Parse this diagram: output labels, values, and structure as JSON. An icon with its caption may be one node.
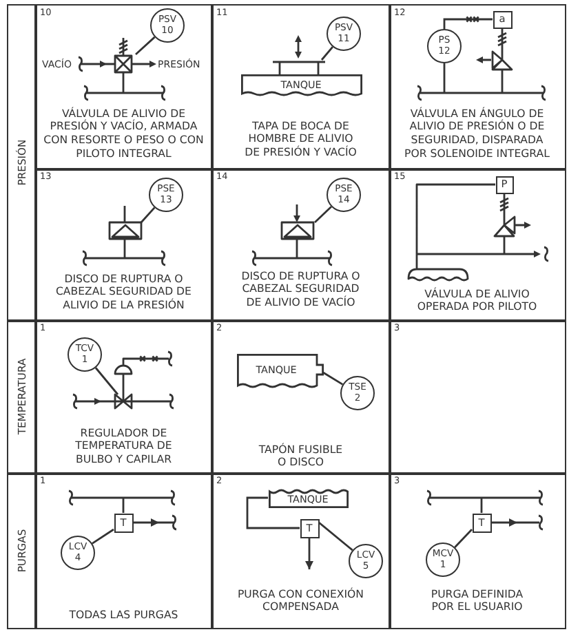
{
  "diagram": {
    "nodes": [
      {
        "text": [
          "PRESIÓN"
        ]
      },
      {
        "text": [
          "10",
          "VÁLVULA DE ALIVIO DE PRESIÓN Y VACÍO, ARMADA CON RESORTE O PESO O CON PILOTO INTEGRAL"
        ]
      },
      {
        "text": [
          "PSV 10"
        ],
        "in": 1
      },
      {
        "text": [
          "11",
          "TAPA DE BOCA DE HOMBRE DE ALIVIO DE PRESIÓN Y VACÍO"
        ]
      },
      {
        "text": [
          "PSV 11"
        ],
        "in": 3
      },
      {
        "text": [],
        "shape": "box",
        "in": 3
      },
      {
        "text": [
          "TANQUE"
        ],
        "in": 3
      },
      {
        "text": [
          "12",
          "VÁLVULA EN ÁNGULO DE ALIVIO DE PRESIÓN O DE SEGURIDAD, DISPARADA POR SOLENOIDE INTEGRAL"
        ]
      },
      {
        "text": [
          "a"
        ],
        "in": 7
      },
      {
        "text": [
          "PS 12"
        ],
        "in": 7
      },
      {
        "text": [
          "13",
          "DISCO DE RUPTURA O CABEZAL SEGURIDAD DE ALIVIO DE LA PRESIÓN"
        ]
      },
      {
        "text": [
          "PSE 13"
        ],
        "in": 10
      },
      {
        "text": [
          "14",
          "DISCO DE RUPTURA O CABEZAL SEGURIDAD DE ALIVIO DE VACÍO"
        ]
      },
      {
        "text": [
          "PSE 14"
        ],
        "in": 12
      },
      {
        "text": [
          "15",
          "VÁLVULA DE ALIVIO OPERADA POR PILOTO"
        ]
      },
      {
        "text": [
          "P"
        ],
        "in": 14
      },
      {
        "text": [
          "TEMPERATURA"
        ]
      },
      {
        "text": [
          "1",
          "REGULADOR DE TEMPERATURA DE BULBO Y CAPILAR"
        ]
      },
      {
        "text": [
          "TCV 1"
        ],
        "in": 17
      },
      {
        "text": [
          "2",
          "TAPÓN FUSIBLE O DISCO"
        ]
      },
      {
        "text": [
          "TANQUE"
        ],
        "in": 19
      },
      {
        "text": [
          "TSE 2"
        ],
        "in": 19
      },
      {
        "text": [
          "3"
        ]
      },
      {
        "text": [
          "PURGAS"
        ]
      },
      {
        "text": [
          "1",
          "TODAS LAS PURGAS"
        ]
      },
      {
        "text": [
          "T"
        ],
        "in": 24
      },
      {
        "text": [
          "LCV 4"
        ],
        "in": 24
      },
      {
        "text": [
          "2",
          "PURGA CON CONEXIÓN COMPENSADA"
        ]
      },
      {
        "text": [
          "TANQUE"
        ],
        "in": 27
      },
      {
        "text": [
          "T"
        ],
        "in": 27
      },
      {
        "text": [
          "LCV 5"
        ],
        "in": 27
      },
      {
        "text": [
          "3",
          "PURGA DEFINIDA POR EL USUARIO"
        ]
      },
      {
        "text": [
          "T"
        ],
        "in": 31
      },
      {
        "text": [
          "MCV 1"
        ],
        "in": 31
      }
    ],
    "edges": [
      {
        "from": 2,
        "to": null,
        "arrow": "none"
      },
      {
        "from": 4,
        "to": 5,
        "arrow": "none"
      },
      {
        "from": 9,
        "to": 8,
        "arrow": "none"
      },
      {
        "from": 11,
        "to": null,
        "arrow": "none"
      },
      {
        "from": 13,
        "to": null,
        "arrow": "none"
      },
      {
        "from": 18,
        "to": null,
        "arrow": "none"
      },
      {
        "from": 21,
        "to": 20,
        "arrow": "none"
      },
      {
        "from": 25,
        "to": null,
        "arrow": "to"
      },
      {
        "from": 26,
        "to": 25,
        "arrow": "none"
      },
      {
        "from": 28,
        "to": 29,
        "arrow": "none"
      },
      {
        "from": 29,
        "to": null,
        "arrow": "to"
      },
      {
        "from": 30,
        "to": 29,
        "arrow": "none"
      },
      {
        "from": 32,
        "to": null,
        "arrow": "to"
      },
      {
        "from": 33,
        "to": 32,
        "arrow": "none"
      }
    ],
    "labels": [
      "VACÍO",
      "PRESIÓN"
    ]
  }
}
